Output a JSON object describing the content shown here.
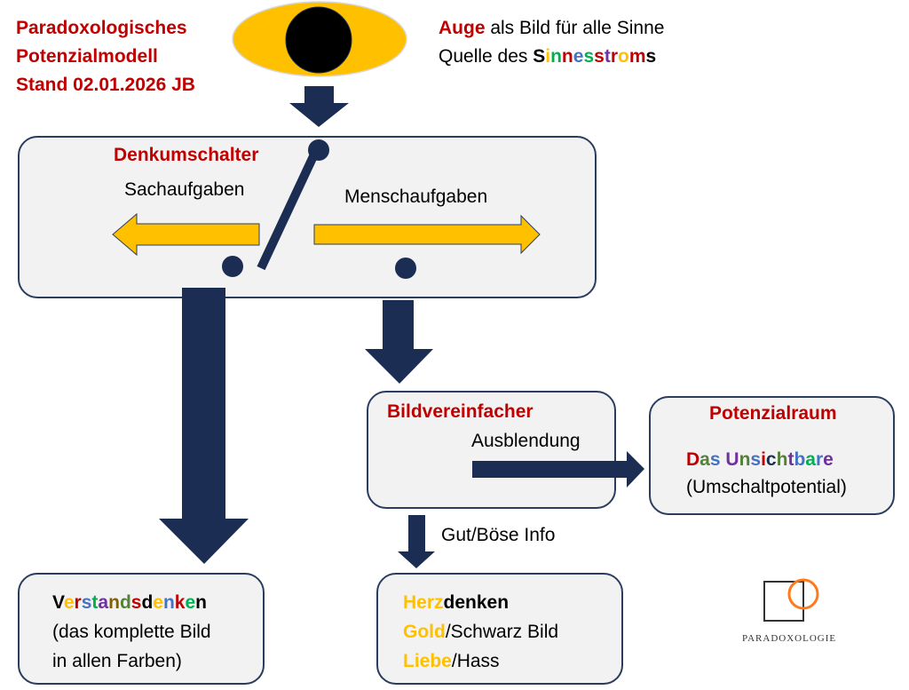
{
  "title": {
    "lines": [
      "Paradoxologisches",
      "Potenzialmodell",
      "Stand 02.01.2026 JB"
    ]
  },
  "eye_caption": {
    "line1_highlight": "Auge",
    "line1_rest": " als Bild für alle Sinne",
    "line2_prefix": "Quelle des ",
    "line2_rainbow": "Sinnesstroms"
  },
  "switch_box": {
    "title": "Denkumschalter",
    "left_label": "Sachaufgaben",
    "right_label": "Menschaufgaben"
  },
  "simplifier_box": {
    "title": "Bildvereinfacher",
    "label": "Ausblendung"
  },
  "potential_box": {
    "title": "Potenzialraum",
    "rainbow_text": "Das Unsichtbare",
    "subtitle": "(Umschaltpotential)"
  },
  "gut_boese_label": "Gut/Böse Info",
  "reason_box": {
    "rainbow_title": "Verstandsdenken",
    "line2": "(das komplette Bild",
    "line3": "in allen Farben)"
  },
  "heart_box": {
    "line1_highlight": "Herz",
    "line1_rest": "denken",
    "line2_highlight": "Gold",
    "line2_rest": "/Schwarz Bild",
    "line3_highlight": "Liebe",
    "line3_rest": "/Hass"
  },
  "logo": {
    "text": "PARADOXOLOGIE"
  },
  "colors": {
    "title_red": "#c00000",
    "navy": "#1b2d52",
    "gold": "#ffc000",
    "box_fill": "#f2f2f2",
    "logo_orange": "#ff7a1a",
    "rainbow": [
      "#000000",
      "#ffc000",
      "#c00000",
      "#4472c4",
      "#00b050",
      "#7030a0",
      "#538135",
      "#c00000",
      "#1b2d52"
    ]
  },
  "rainbow_maps": {
    "Sinnesstroms": [
      "#000000",
      "#ffc000",
      "#00b050",
      "#c00000",
      "#4472c4",
      "#00b050",
      "#c00000",
      "#7030a0",
      "#c00000",
      "#ffc000",
      "#c00000",
      "#000000"
    ],
    "Verstandsdenken": [
      "#000000",
      "#ffc000",
      "#c00000",
      "#4472c4",
      "#00b050",
      "#7030a0",
      "#806000",
      "#538135",
      "#c00000",
      "#000000",
      "#ffc000",
      "#4472c4",
      "#c00000",
      "#00b050",
      "#000000"
    ],
    "Das Unsichtbare": [
      "#c00000",
      "#538135",
      "#4472c4",
      "#000000",
      "#7030a0",
      "#538135",
      "#4472c4",
      "#c00000",
      "#1b2d52",
      "#538135",
      "#7030a0",
      "#4472c4",
      "#00b050",
      "#4472c4",
      "#7030a0"
    ]
  }
}
